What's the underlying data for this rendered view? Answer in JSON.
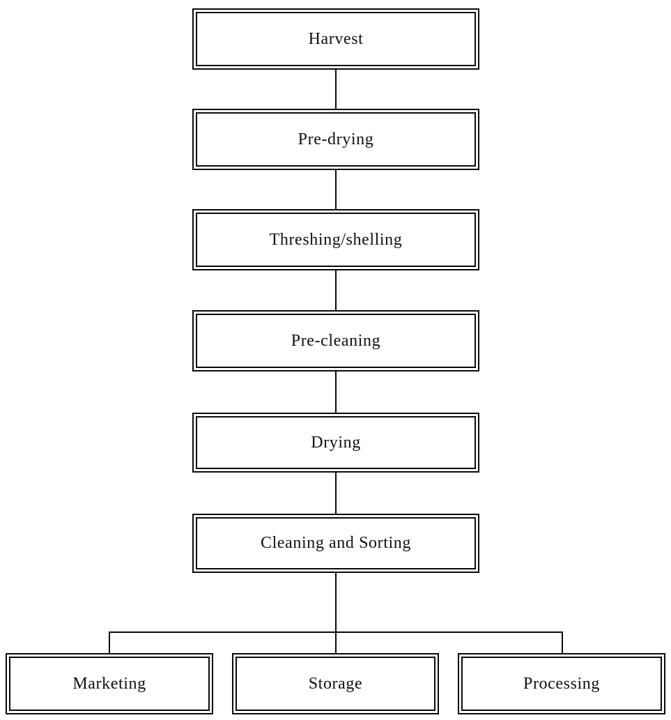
{
  "diagram": {
    "type": "flowchart",
    "colors": {
      "line": "#0a0a0a",
      "box_border": "#0a0a0a",
      "background": "#ffffff",
      "text": "#111111"
    },
    "nodes": [
      {
        "id": "harvest",
        "label": "Harvest"
      },
      {
        "id": "pre-drying",
        "label": "Pre-drying"
      },
      {
        "id": "threshing-shelling",
        "label": "Threshing/shelling"
      },
      {
        "id": "pre-cleaning",
        "label": "Pre-cleaning"
      },
      {
        "id": "drying",
        "label": "Drying"
      },
      {
        "id": "cleaning-and-sorting",
        "label": "Cleaning and Sorting"
      },
      {
        "id": "marketing",
        "label": "Marketing"
      },
      {
        "id": "storage",
        "label": "Storage"
      },
      {
        "id": "processing",
        "label": "Processing"
      }
    ],
    "edges": [
      {
        "from": "Harvest",
        "to": "Pre-drying"
      },
      {
        "from": "Pre-drying",
        "to": "Threshing/shelling"
      },
      {
        "from": "Threshing/shelling",
        "to": "Pre-cleaning"
      },
      {
        "from": "Pre-cleaning",
        "to": "Drying"
      },
      {
        "from": "Drying",
        "to": "Cleaning and Sorting"
      },
      {
        "from": "Cleaning and Sorting",
        "to": "Marketing"
      },
      {
        "from": "Cleaning and Sorting",
        "to": "Storage"
      },
      {
        "from": "Cleaning and Sorting",
        "to": "Processing"
      }
    ]
  }
}
